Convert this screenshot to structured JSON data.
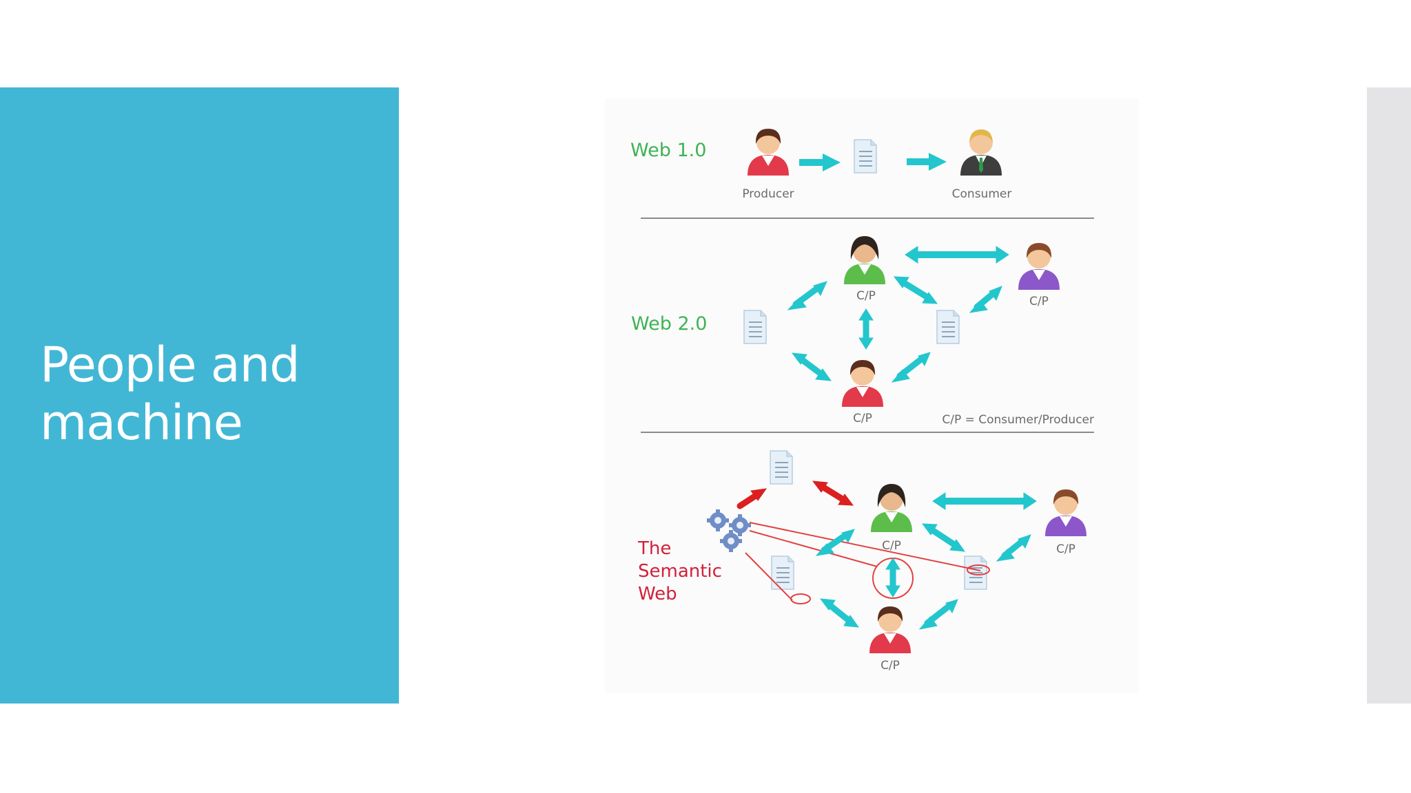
{
  "slide": {
    "title": "People and machine",
    "colors": {
      "bar": "#42b7d5",
      "strip": "#e4e4e6"
    }
  },
  "diagram": {
    "web1": {
      "label": "Web 1.0",
      "producer": "Producer",
      "consumer": "Consumer"
    },
    "web2": {
      "label": "Web 2.0",
      "node": "C/P",
      "legend": "C/P = Consumer/Producer"
    },
    "semantic": {
      "line1": "The",
      "line2": "Semantic",
      "line3": "Web",
      "node": "C/P"
    },
    "colors": {
      "arrow": "#23c6cd",
      "semantic_arrow": "#dc1f1f",
      "web_label": "#3db354",
      "semantic_label": "#d3203a"
    },
    "icons": [
      "person-icon",
      "document-icon",
      "gears-icon"
    ]
  }
}
